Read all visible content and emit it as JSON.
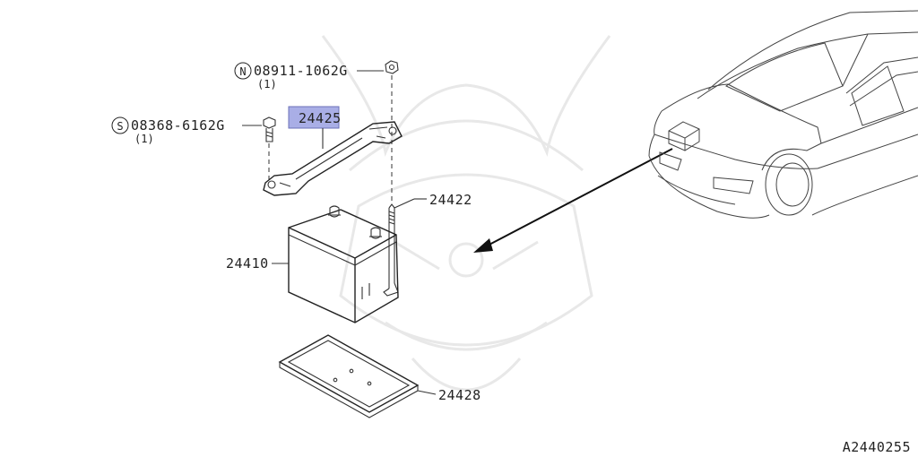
{
  "parts": {
    "nut": {
      "symbol": "N",
      "number": "08911-1062G",
      "qty": "(1)"
    },
    "bolt": {
      "symbol": "S",
      "number": "08368-6162G",
      "qty": "(1)"
    },
    "clamp": {
      "number": "24425",
      "highlight": "#a9aee6"
    },
    "rod": {
      "number": "24422"
    },
    "battery": {
      "number": "24410"
    },
    "tray": {
      "number": "24428"
    }
  },
  "diagram_id": "A2440255"
}
